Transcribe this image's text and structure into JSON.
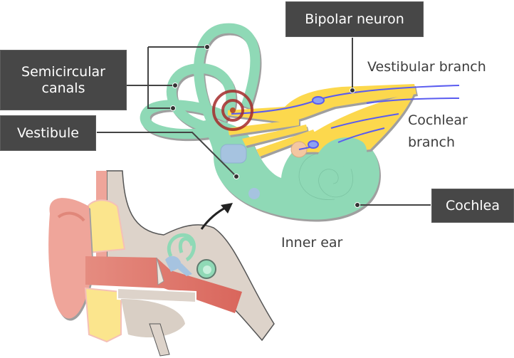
{
  "figure": {
    "title": "Inner ear anatomy",
    "labels": {
      "bipolar_neuron": "Bipolar neuron",
      "semicircular_canals_line1": "Semicircular",
      "semicircular_canals_line2": "canals",
      "vestibule": "Vestibule",
      "cochlea": "Cochlea"
    },
    "annotations": {
      "vestibular_branch": "Vestibular branch",
      "cochlear_branch_line1": "Cochlear",
      "cochlear_branch_line2": "branch",
      "inner_ear": "Inner ear"
    },
    "colors": {
      "label_box": "#474747",
      "label_text": "#ffffff",
      "annotation_text": "#3d3d3d",
      "inner_ear_green": "#8fd9b6",
      "nerve_yellow": "#fcd84e",
      "neuron_blue": "#5a5cf0",
      "target_red": "#a52a2a",
      "vestibule_blue": "#a6c3e0",
      "skin_pink": "#efa59a",
      "bone_tan": "#ddd3ca",
      "fat_yellow": "#fbe58d"
    }
  }
}
